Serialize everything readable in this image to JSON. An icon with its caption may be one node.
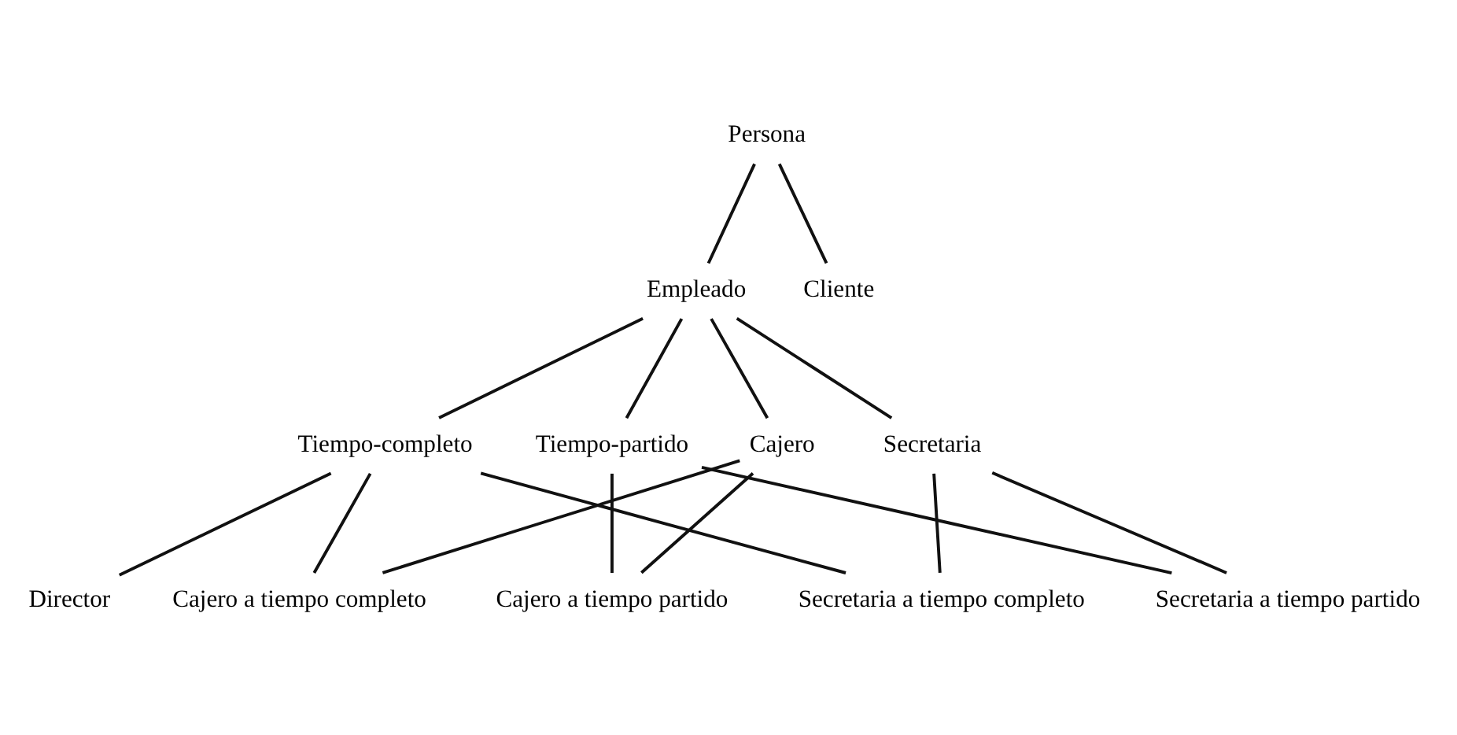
{
  "diagram": {
    "nodes": [
      {
        "text": [
          "Persona"
        ]
      },
      {
        "text": [
          "Empleado"
        ]
      },
      {
        "text": [
          "Tiempo-completo"
        ]
      },
      {
        "text": [
          "Tiempo-partido"
        ]
      },
      {
        "text": [
          "Cajero"
        ]
      },
      {
        "text": [
          "Secretaria"
        ]
      },
      {
        "text": [
          "Cliente"
        ]
      },
      {
        "text": [
          "Director"
        ]
      },
      {
        "text": [
          "Cajero a tiempo completo"
        ]
      },
      {
        "text": [
          "Cajero a tiempo partido"
        ]
      },
      {
        "text": [
          "Secretaria a tiempo completo"
        ]
      },
      {
        "text": [
          "Secretaria a tiempo partido"
        ]
      }
    ],
    "edges": [
      {
        "from": 0,
        "to": 1,
        "arrow": "none"
      },
      {
        "from": 0,
        "to": 6,
        "arrow": "none"
      },
      {
        "from": 1,
        "to": 2,
        "arrow": "none"
      },
      {
        "from": 1,
        "to": 3,
        "arrow": "none"
      },
      {
        "from": 1,
        "to": 4,
        "arrow": "none"
      },
      {
        "from": 1,
        "to": 5,
        "arrow": "none"
      },
      {
        "from": 2,
        "to": 7,
        "arrow": "none"
      },
      {
        "from": 2,
        "to": 8,
        "arrow": "none"
      },
      {
        "from": 2,
        "to": 10,
        "arrow": "none"
      },
      {
        "from": 3,
        "to": 9,
        "arrow": "none"
      },
      {
        "from": 3,
        "to": 11,
        "arrow": "none"
      },
      {
        "from": 4,
        "to": 8,
        "arrow": "none"
      },
      {
        "from": 4,
        "to": 9,
        "arrow": "none"
      },
      {
        "from": 5,
        "to": 10,
        "arrow": "none"
      },
      {
        "from": 5,
        "to": 11,
        "arrow": "none"
      }
    ]
  }
}
